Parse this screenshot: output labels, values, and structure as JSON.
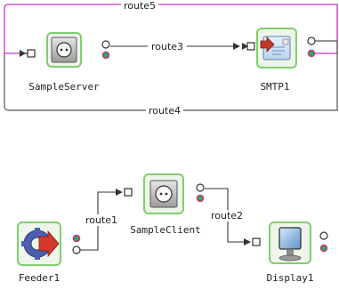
{
  "components": {
    "sample_server": {
      "label": "SampleServer"
    },
    "smtp1": {
      "label": "SMTP1"
    },
    "sample_client": {
      "label": "SampleClient"
    },
    "feeder1": {
      "label": "Feeder1"
    },
    "display1": {
      "label": "Display1"
    }
  },
  "routes": {
    "route1": {
      "label": "route1",
      "color": "#333333"
    },
    "route2": {
      "label": "route2",
      "color": "#333333"
    },
    "route3": {
      "label": "route3",
      "color": "#333333"
    },
    "route4": {
      "label": "route4",
      "color": "#555555"
    },
    "route5": {
      "label": "route5",
      "color": "#cc33cc"
    }
  },
  "colors": {
    "node_border": "#7fcf6e",
    "node_fill": "#eef6ea",
    "port_green": "#22b14c",
    "port_magenta": "#cc2e8c"
  }
}
